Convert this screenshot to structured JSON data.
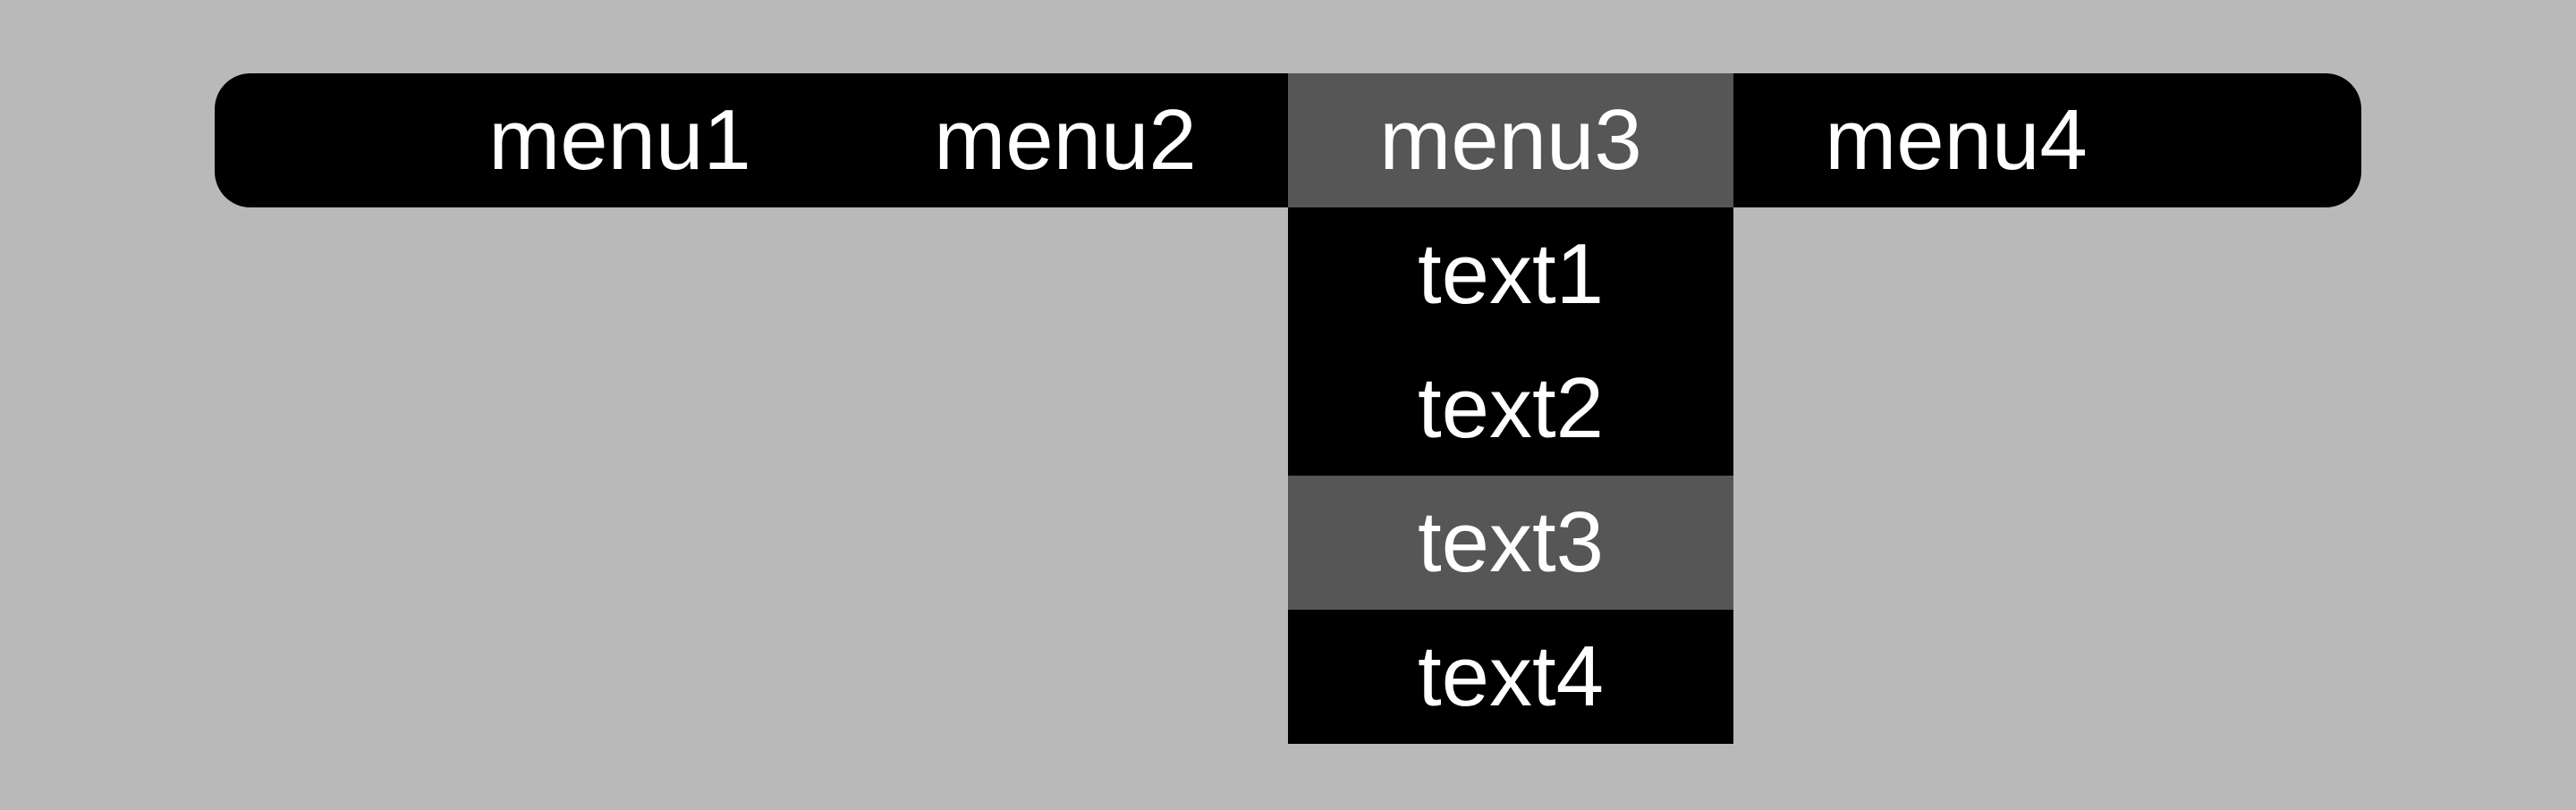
{
  "colors": {
    "background": "#b9b9b9",
    "bar_background": "#000000",
    "dropdown_background": "#000000",
    "highlight": "#565656",
    "text": "#ffffff"
  },
  "menubar": {
    "items": [
      {
        "label": "menu1",
        "active": false
      },
      {
        "label": "menu2",
        "active": false
      },
      {
        "label": "menu3",
        "active": true
      },
      {
        "label": "menu4",
        "active": false
      }
    ]
  },
  "dropdown": {
    "parent": "menu3",
    "items": [
      {
        "label": "text1",
        "active": false
      },
      {
        "label": "text2",
        "active": false
      },
      {
        "label": "text3",
        "active": true
      },
      {
        "label": "text4",
        "active": false
      }
    ]
  }
}
